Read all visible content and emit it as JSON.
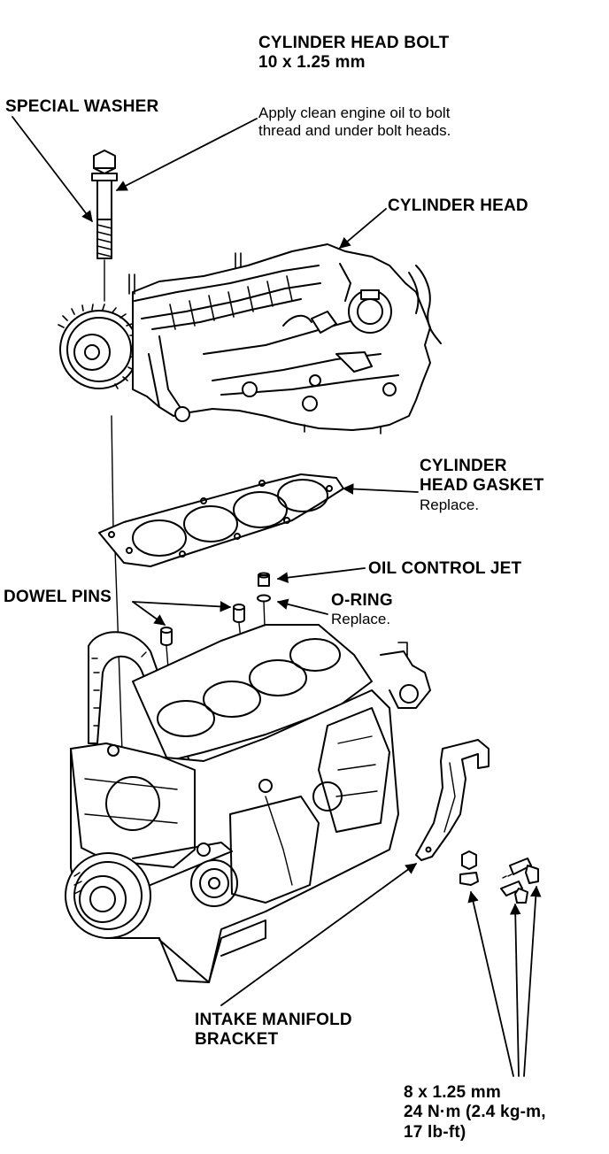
{
  "labels": {
    "cylinder_head_bolt": {
      "title": "CYLINDER HEAD BOLT",
      "spec": "10 x 1.25 mm"
    },
    "special_washer": "SPECIAL WASHER",
    "bolt_note": {
      "line1": "Apply clean engine oil to bolt",
      "line2": "thread and under bolt heads."
    },
    "cylinder_head": "CYLINDER HEAD",
    "cylinder_head_gasket": {
      "line1": "CYLINDER",
      "line2": "HEAD GASKET",
      "note": "Replace."
    },
    "oil_control_jet": "OIL CONTROL JET",
    "o_ring": {
      "title": "O-RING",
      "note": "Replace."
    },
    "dowel_pins": "DOWEL PINS",
    "intake_manifold_bracket": {
      "line1": "INTAKE MANIFOLD",
      "line2": "BRACKET"
    },
    "bracket_bolt": {
      "size": "8 x 1.25 mm",
      "torque1": "24 N·m (2.4 kg-m,",
      "torque2": "17 lb-ft)"
    }
  }
}
